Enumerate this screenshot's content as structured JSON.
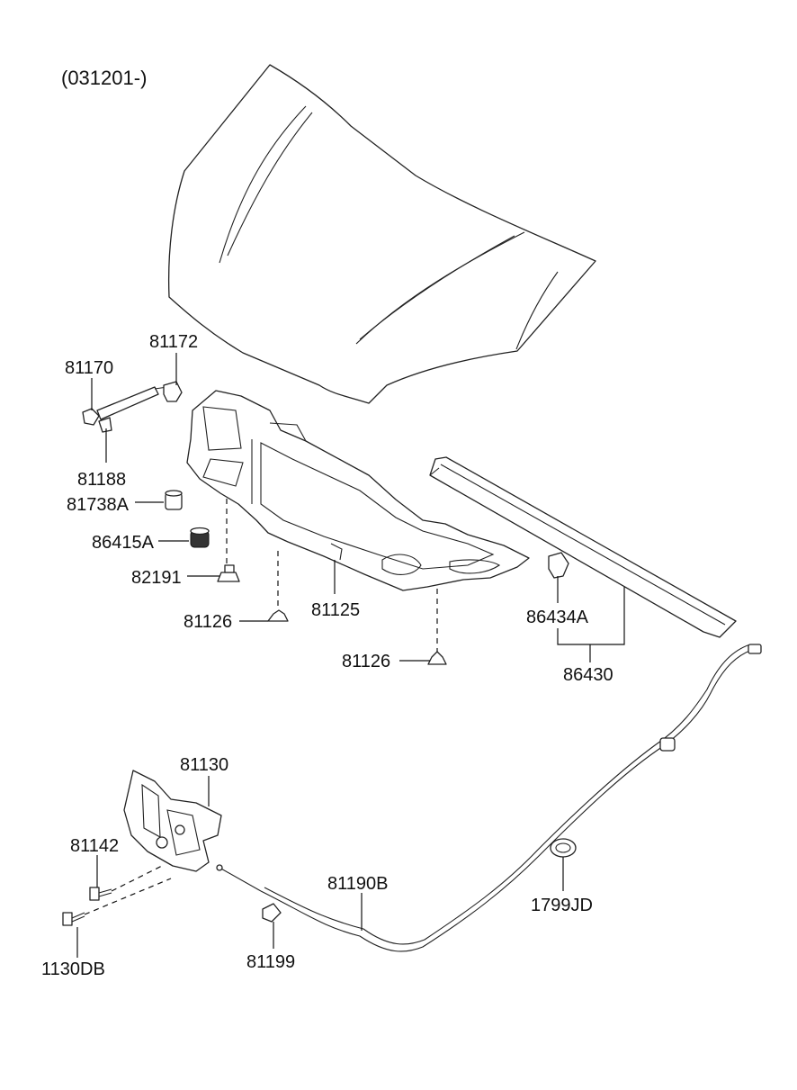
{
  "diagram": {
    "header_code": "(031201-)",
    "parts": [
      {
        "id": "p81170",
        "number": "81170"
      },
      {
        "id": "p81172",
        "number": "81172"
      },
      {
        "id": "p81188",
        "number": "81188"
      },
      {
        "id": "p81738A",
        "number": "81738A"
      },
      {
        "id": "p86415A",
        "number": "86415A"
      },
      {
        "id": "p82191",
        "number": "82191"
      },
      {
        "id": "p81126a",
        "number": "81126"
      },
      {
        "id": "p81125",
        "number": "81125"
      },
      {
        "id": "p81126b",
        "number": "81126"
      },
      {
        "id": "p86434A",
        "number": "86434A"
      },
      {
        "id": "p86430",
        "number": "86430"
      },
      {
        "id": "p81130",
        "number": "81130"
      },
      {
        "id": "p81142",
        "number": "81142"
      },
      {
        "id": "p1130DB",
        "number": "1130DB"
      },
      {
        "id": "p81190B",
        "number": "81190B"
      },
      {
        "id": "p81199",
        "number": "81199"
      },
      {
        "id": "p1799JD",
        "number": "1799JD"
      }
    ]
  }
}
